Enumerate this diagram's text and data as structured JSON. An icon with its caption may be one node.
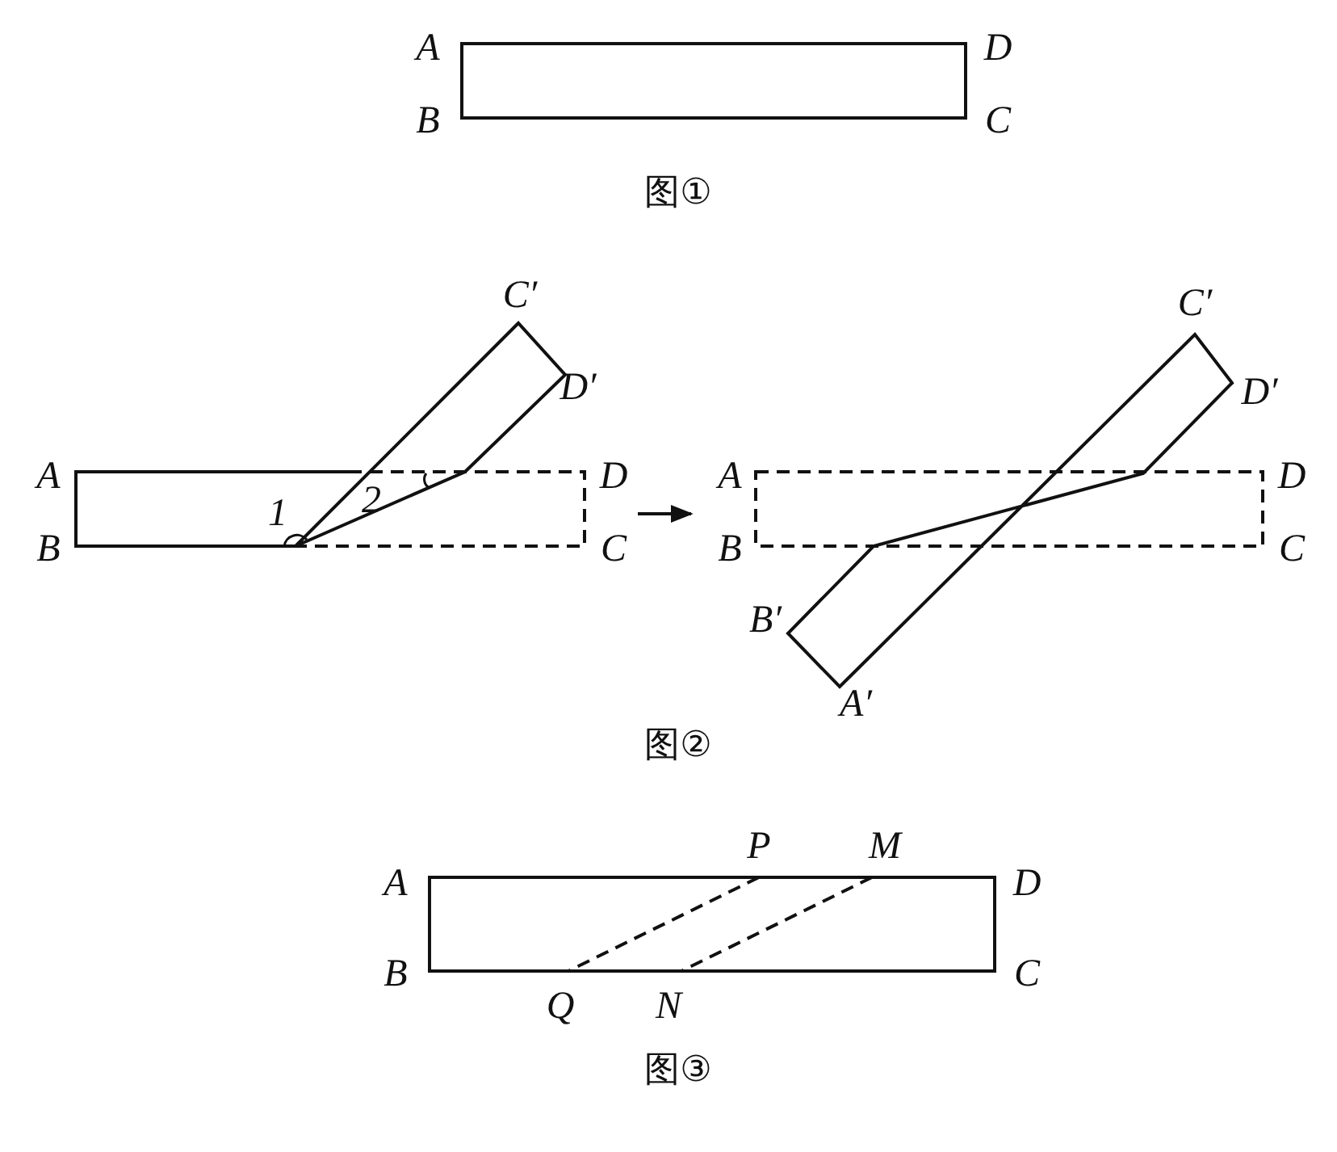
{
  "diagram": {
    "labels": [
      "A",
      "D",
      "B",
      "C",
      "图①",
      "C′",
      "C′",
      "D′",
      "D′",
      "A",
      "2",
      "D",
      "A",
      "D",
      "1",
      "B",
      "C",
      "B",
      "C",
      "B′",
      "A′",
      "图②",
      "P",
      "M",
      "A",
      "D",
      "B",
      "C",
      "Q",
      "N",
      "图③"
    ]
  }
}
